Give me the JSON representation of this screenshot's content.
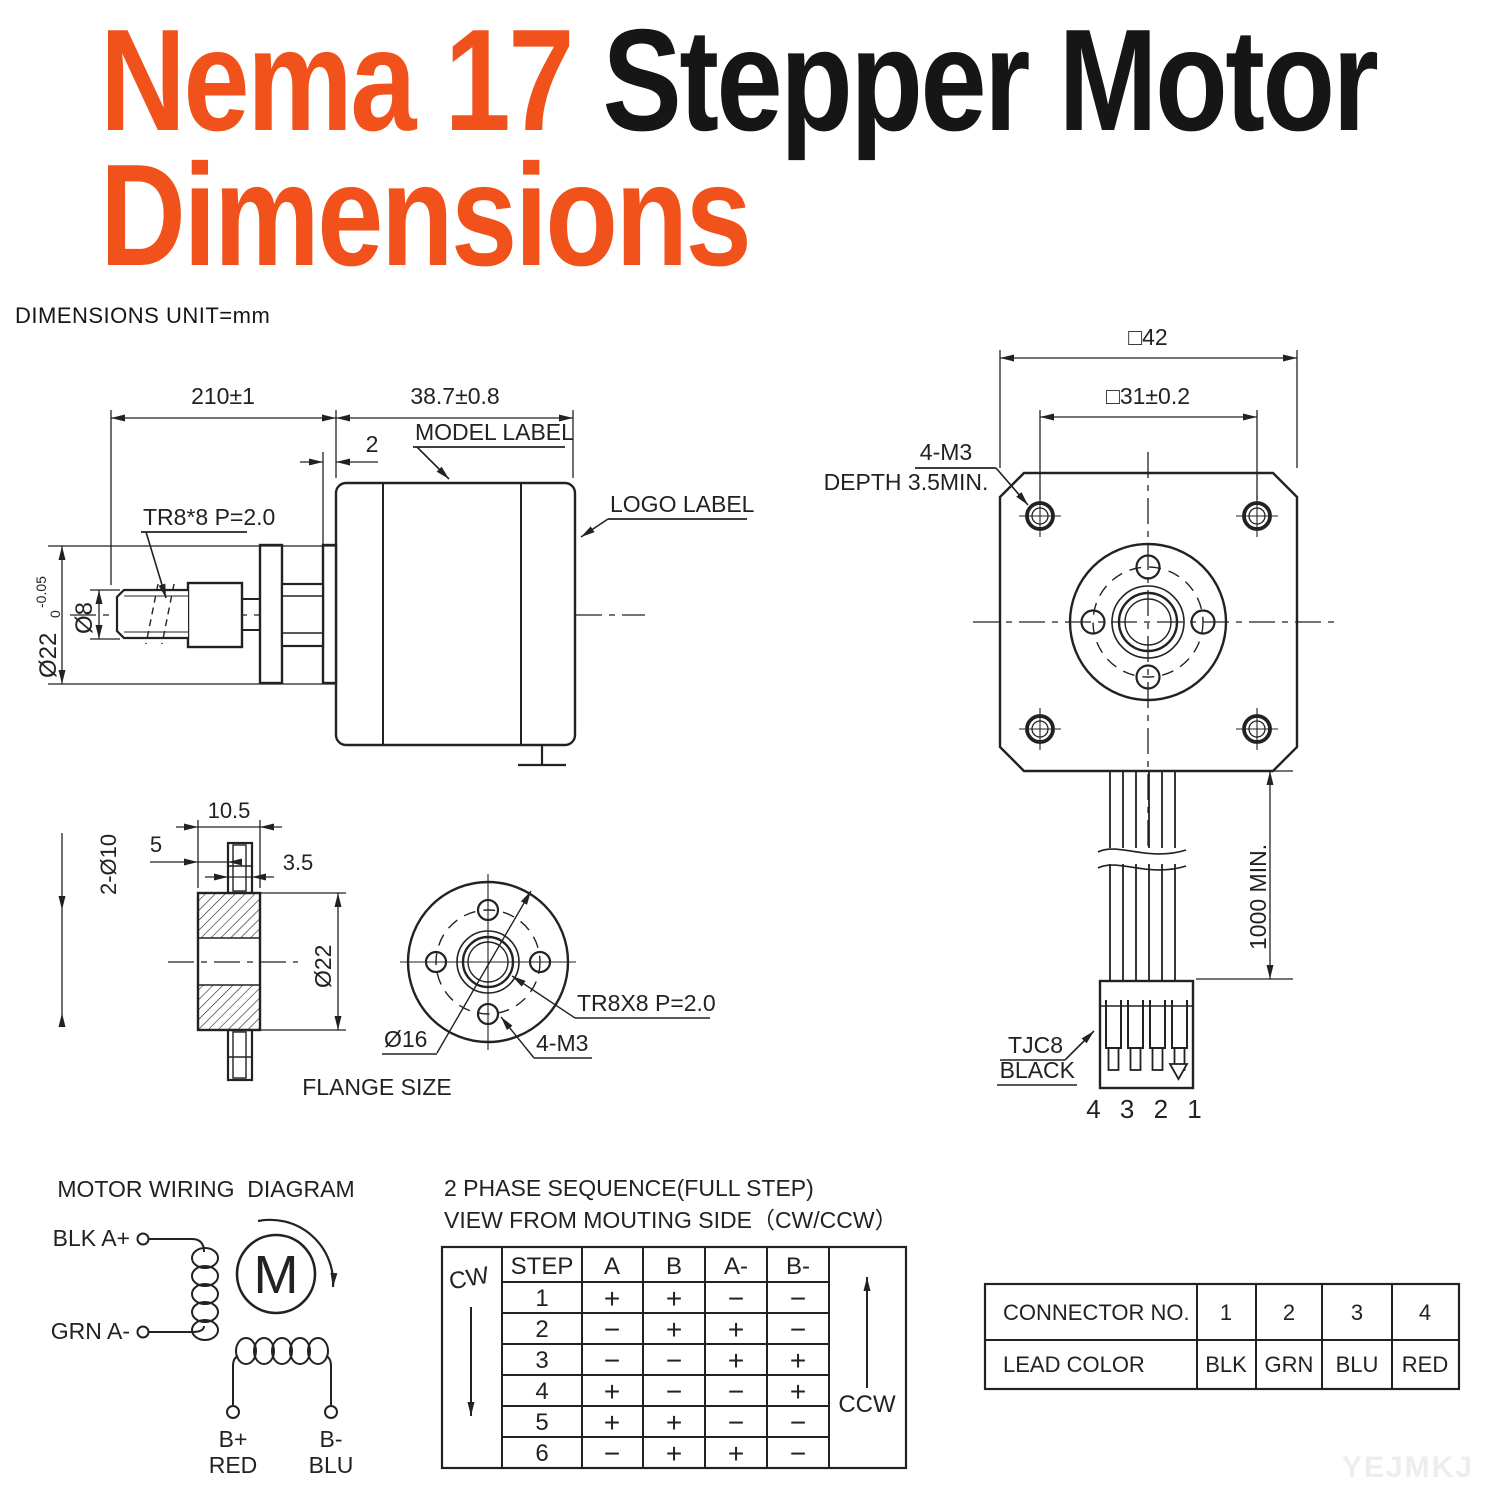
{
  "colors": {
    "accent": "#F1511B",
    "ink": "#222222"
  },
  "title": {
    "accent1": "Nema 17 ",
    "dark": "Stepper Motor",
    "accent2": "Dimensions"
  },
  "unit_note": "DIMENSIONS UNIT=mm",
  "side_view": {
    "dim_shaft_length": "210±1",
    "dim_body_depth": "38.7±0.8",
    "dim_boss": "2",
    "thread_label": "TR8*8 P=2.0",
    "model_label": "MODEL LABEL",
    "logo_label": "LOGO LABEL",
    "dia_flange": "Ø22",
    "dia_flange_tol_upper": "0",
    "dia_flange_tol_lower": "-0.05",
    "dia_shaft": "Ø8"
  },
  "front_view": {
    "dim_frame": "□42",
    "dim_hole_spacing": "□31±0.2",
    "mount_holes_line1": "4-M3",
    "mount_holes_line2": "DEPTH 3.5MIN.",
    "cable_length": "1000 MIN.",
    "connector_line1": "TJC8",
    "connector_line2": "BLACK",
    "pin_numbers": "4 3 2 1"
  },
  "flange": {
    "dim_width": "10.5",
    "dim_boss": "5",
    "dim_step": "3.5",
    "dim_holes": "2-Ø10",
    "dim_outer": "Ø22",
    "dim_bolt_circle": "Ø16",
    "screw_label": "4-M3",
    "thread_label": "TR8X8 P=2.0",
    "caption": "FLANGE SIZE"
  },
  "wiring": {
    "title": "MOTOR WIRING  DIAGRAM",
    "lead_a_plus": "BLK A+",
    "lead_a_minus": "GRN A-",
    "lead_b_plus_sign": "B+",
    "lead_b_plus_color": "RED",
    "lead_b_minus_sign": "B-",
    "lead_b_minus_color": "BLU",
    "motor_symbol": "M"
  },
  "phase_table": {
    "title1": "2 PHASE SEQUENCE(FULL STEP)",
    "title2": "VIEW FROM MOUTING SIDE（CW/CCW）",
    "cw": "CW",
    "ccw": "CCW",
    "headers": [
      "STEP",
      "A",
      "B",
      "A-",
      "B-"
    ],
    "rows": [
      [
        "1",
        "+",
        "+",
        "−",
        "−"
      ],
      [
        "2",
        "−",
        "+",
        "+",
        "−"
      ],
      [
        "3",
        "−",
        "−",
        "+",
        "+"
      ],
      [
        "4",
        "+",
        "−",
        "−",
        "+"
      ],
      [
        "5",
        "+",
        "+",
        "−",
        "−"
      ],
      [
        "6",
        "−",
        "+",
        "+",
        "−"
      ]
    ]
  },
  "connector_table": {
    "col_header": "CONNECTOR NO.",
    "numbers": [
      "1",
      "2",
      "3",
      "4"
    ],
    "row_header": "LEAD COLOR",
    "lead_colors": [
      "BLK",
      "GRN",
      "BLU",
      "RED"
    ]
  },
  "watermark": "YEJMKJ"
}
